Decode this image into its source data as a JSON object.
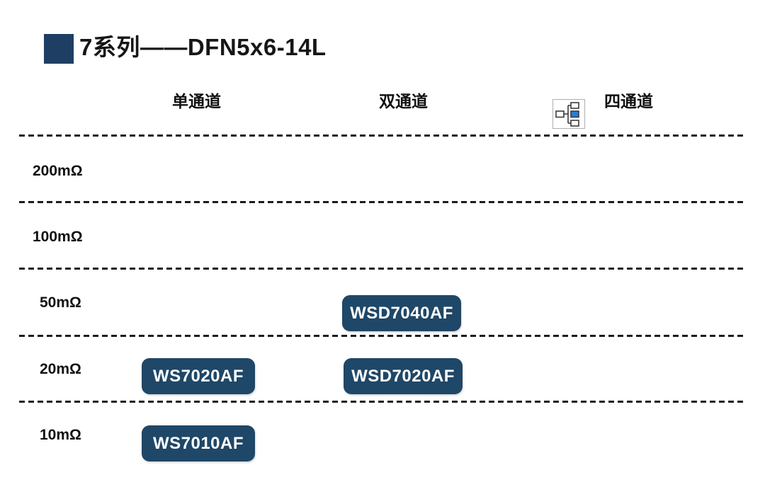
{
  "title": {
    "text": "7系列——DFN5x6-14L",
    "accent_color": "#1e3f63"
  },
  "columns": [
    {
      "label": "单通道"
    },
    {
      "label": "双通道"
    },
    {
      "label": "四通道",
      "icon": "org-chart-icon"
    }
  ],
  "rows": [
    {
      "label": "200mΩ"
    },
    {
      "label": "100mΩ"
    },
    {
      "label": "50mΩ"
    },
    {
      "label": "20mΩ"
    },
    {
      "label": "10mΩ"
    }
  ],
  "products": [
    {
      "name": "WSD7040AF",
      "row": "50mΩ",
      "column": "双通道"
    },
    {
      "name": "WS7020AF",
      "row": "20mΩ",
      "column": "单通道"
    },
    {
      "name": "WSD7020AF",
      "row": "20mΩ",
      "column": "双通道"
    },
    {
      "name": "WS7010AF",
      "row": "10mΩ",
      "column": "单通道"
    }
  ],
  "colors": {
    "chip_background": "#1f4767",
    "chip_text": "#ffffff",
    "title_accent": "#1e3f63",
    "separator": "#1c1c1c",
    "icon_highlight_blue": "#2b7cd3"
  },
  "chart_data": {
    "type": "table",
    "title": "7系列——DFN5x6-14L",
    "columns": [
      "单通道",
      "双通道",
      "四通道"
    ],
    "rows": [
      "200mΩ",
      "100mΩ",
      "50mΩ",
      "20mΩ",
      "10mΩ"
    ],
    "cells": [
      {
        "row": "50mΩ",
        "column": "双通道",
        "product": "WSD7040AF"
      },
      {
        "row": "20mΩ",
        "column": "单通道",
        "product": "WS7020AF"
      },
      {
        "row": "20mΩ",
        "column": "双通道",
        "product": "WSD7020AF"
      },
      {
        "row": "10mΩ",
        "column": "单通道",
        "product": "WS7010AF"
      }
    ],
    "layout": {
      "grid": "dashed-horizontal-separators",
      "legend": false
    }
  }
}
